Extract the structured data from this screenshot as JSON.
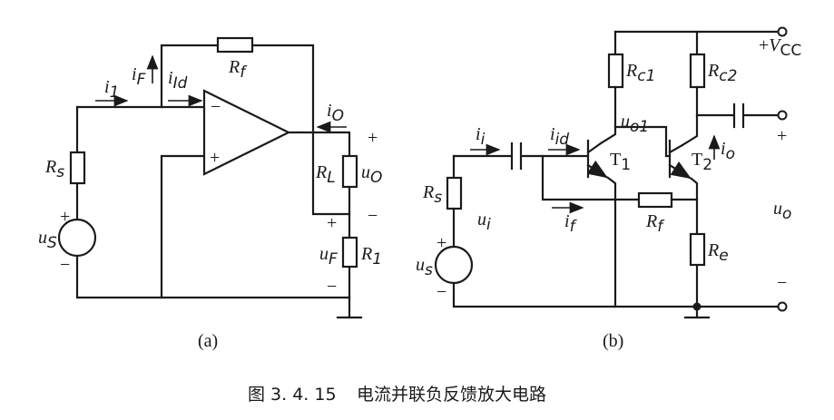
{
  "circuit_a": {
    "sub_label": "(a)",
    "rf": "f",
    "rs": "s",
    "rl": "L",
    "r1": "1",
    "i1": "1",
    "iF": "F",
    "iId": "Id",
    "iO": "O",
    "uO": "O",
    "uS": "S",
    "uF": "F",
    "minus": "−",
    "plus": "+"
  },
  "circuit_b": {
    "sub_label": "(b)",
    "vcc": "CC",
    "rc1": "c1",
    "rc2": "c2",
    "re": "e",
    "rf": "f",
    "rs": "s",
    "t1": "1",
    "t2": "2",
    "uo1": "o1",
    "ii": "i",
    "iid": "id",
    "if": "f",
    "io": "o",
    "ui": "i",
    "us": "s",
    "uo": "o",
    "plus": "+",
    "minus": "−"
  },
  "caption": {
    "figure_number": "图 3. 4. 15",
    "title": "电流并联负反馈放大电路"
  }
}
